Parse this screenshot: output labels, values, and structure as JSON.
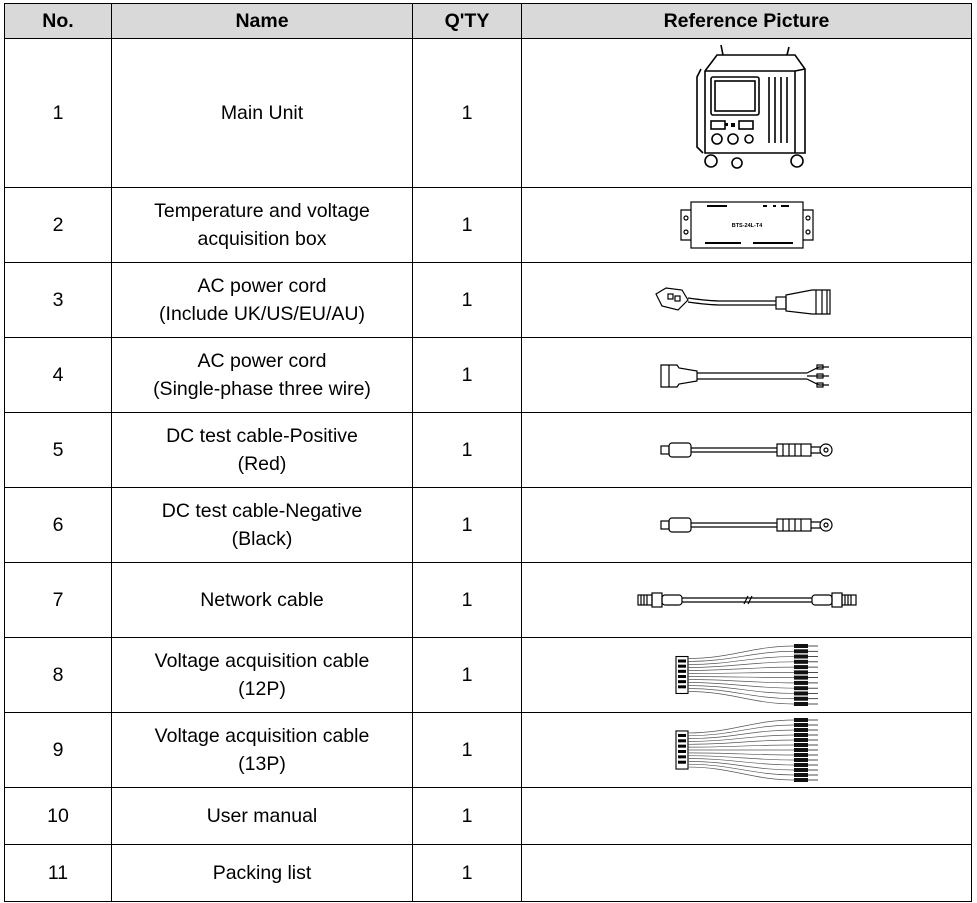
{
  "header": {
    "no": "No.",
    "name": "Name",
    "qty": "Q'TY",
    "picture": "Reference Picture"
  },
  "rows": [
    {
      "no": "1",
      "name": "Main Unit",
      "name2": "",
      "qty": "1",
      "icon": "main-unit-icon"
    },
    {
      "no": "2",
      "name": "Temperature and voltage",
      "name2": "acquisition box",
      "qty": "1",
      "icon": "acquisition-box-icon",
      "box_label": "BTS-24L-T4"
    },
    {
      "no": "3",
      "name": "AC power cord",
      "name2": "(Include UK/US/EU/AU)",
      "qty": "1",
      "icon": "power-cord-plug-icon"
    },
    {
      "no": "4",
      "name": "AC power cord",
      "name2": "(Single-phase three wire)",
      "qty": "1",
      "icon": "power-cord-three-wire-icon"
    },
    {
      "no": "5",
      "name": "DC test cable-Positive",
      "name2": "(Red)",
      "qty": "1",
      "icon": "dc-cable-positive-icon"
    },
    {
      "no": "6",
      "name": "DC test cable-Negative",
      "name2": "(Black)",
      "qty": "1",
      "icon": "dc-cable-negative-icon"
    },
    {
      "no": "7",
      "name": "Network cable",
      "name2": "",
      "qty": "1",
      "icon": "network-cable-icon"
    },
    {
      "no": "8",
      "name": "Voltage acquisition cable",
      "name2": "(12P)",
      "qty": "1",
      "icon": "voltage-harness-12p-icon"
    },
    {
      "no": "9",
      "name": "Voltage acquisition cable",
      "name2": "(13P)",
      "qty": "1",
      "icon": "voltage-harness-13p-icon"
    },
    {
      "no": "10",
      "name": "User manual",
      "name2": "",
      "qty": "1",
      "icon": ""
    },
    {
      "no": "11",
      "name": "Packing list",
      "name2": "",
      "qty": "1",
      "icon": ""
    }
  ]
}
